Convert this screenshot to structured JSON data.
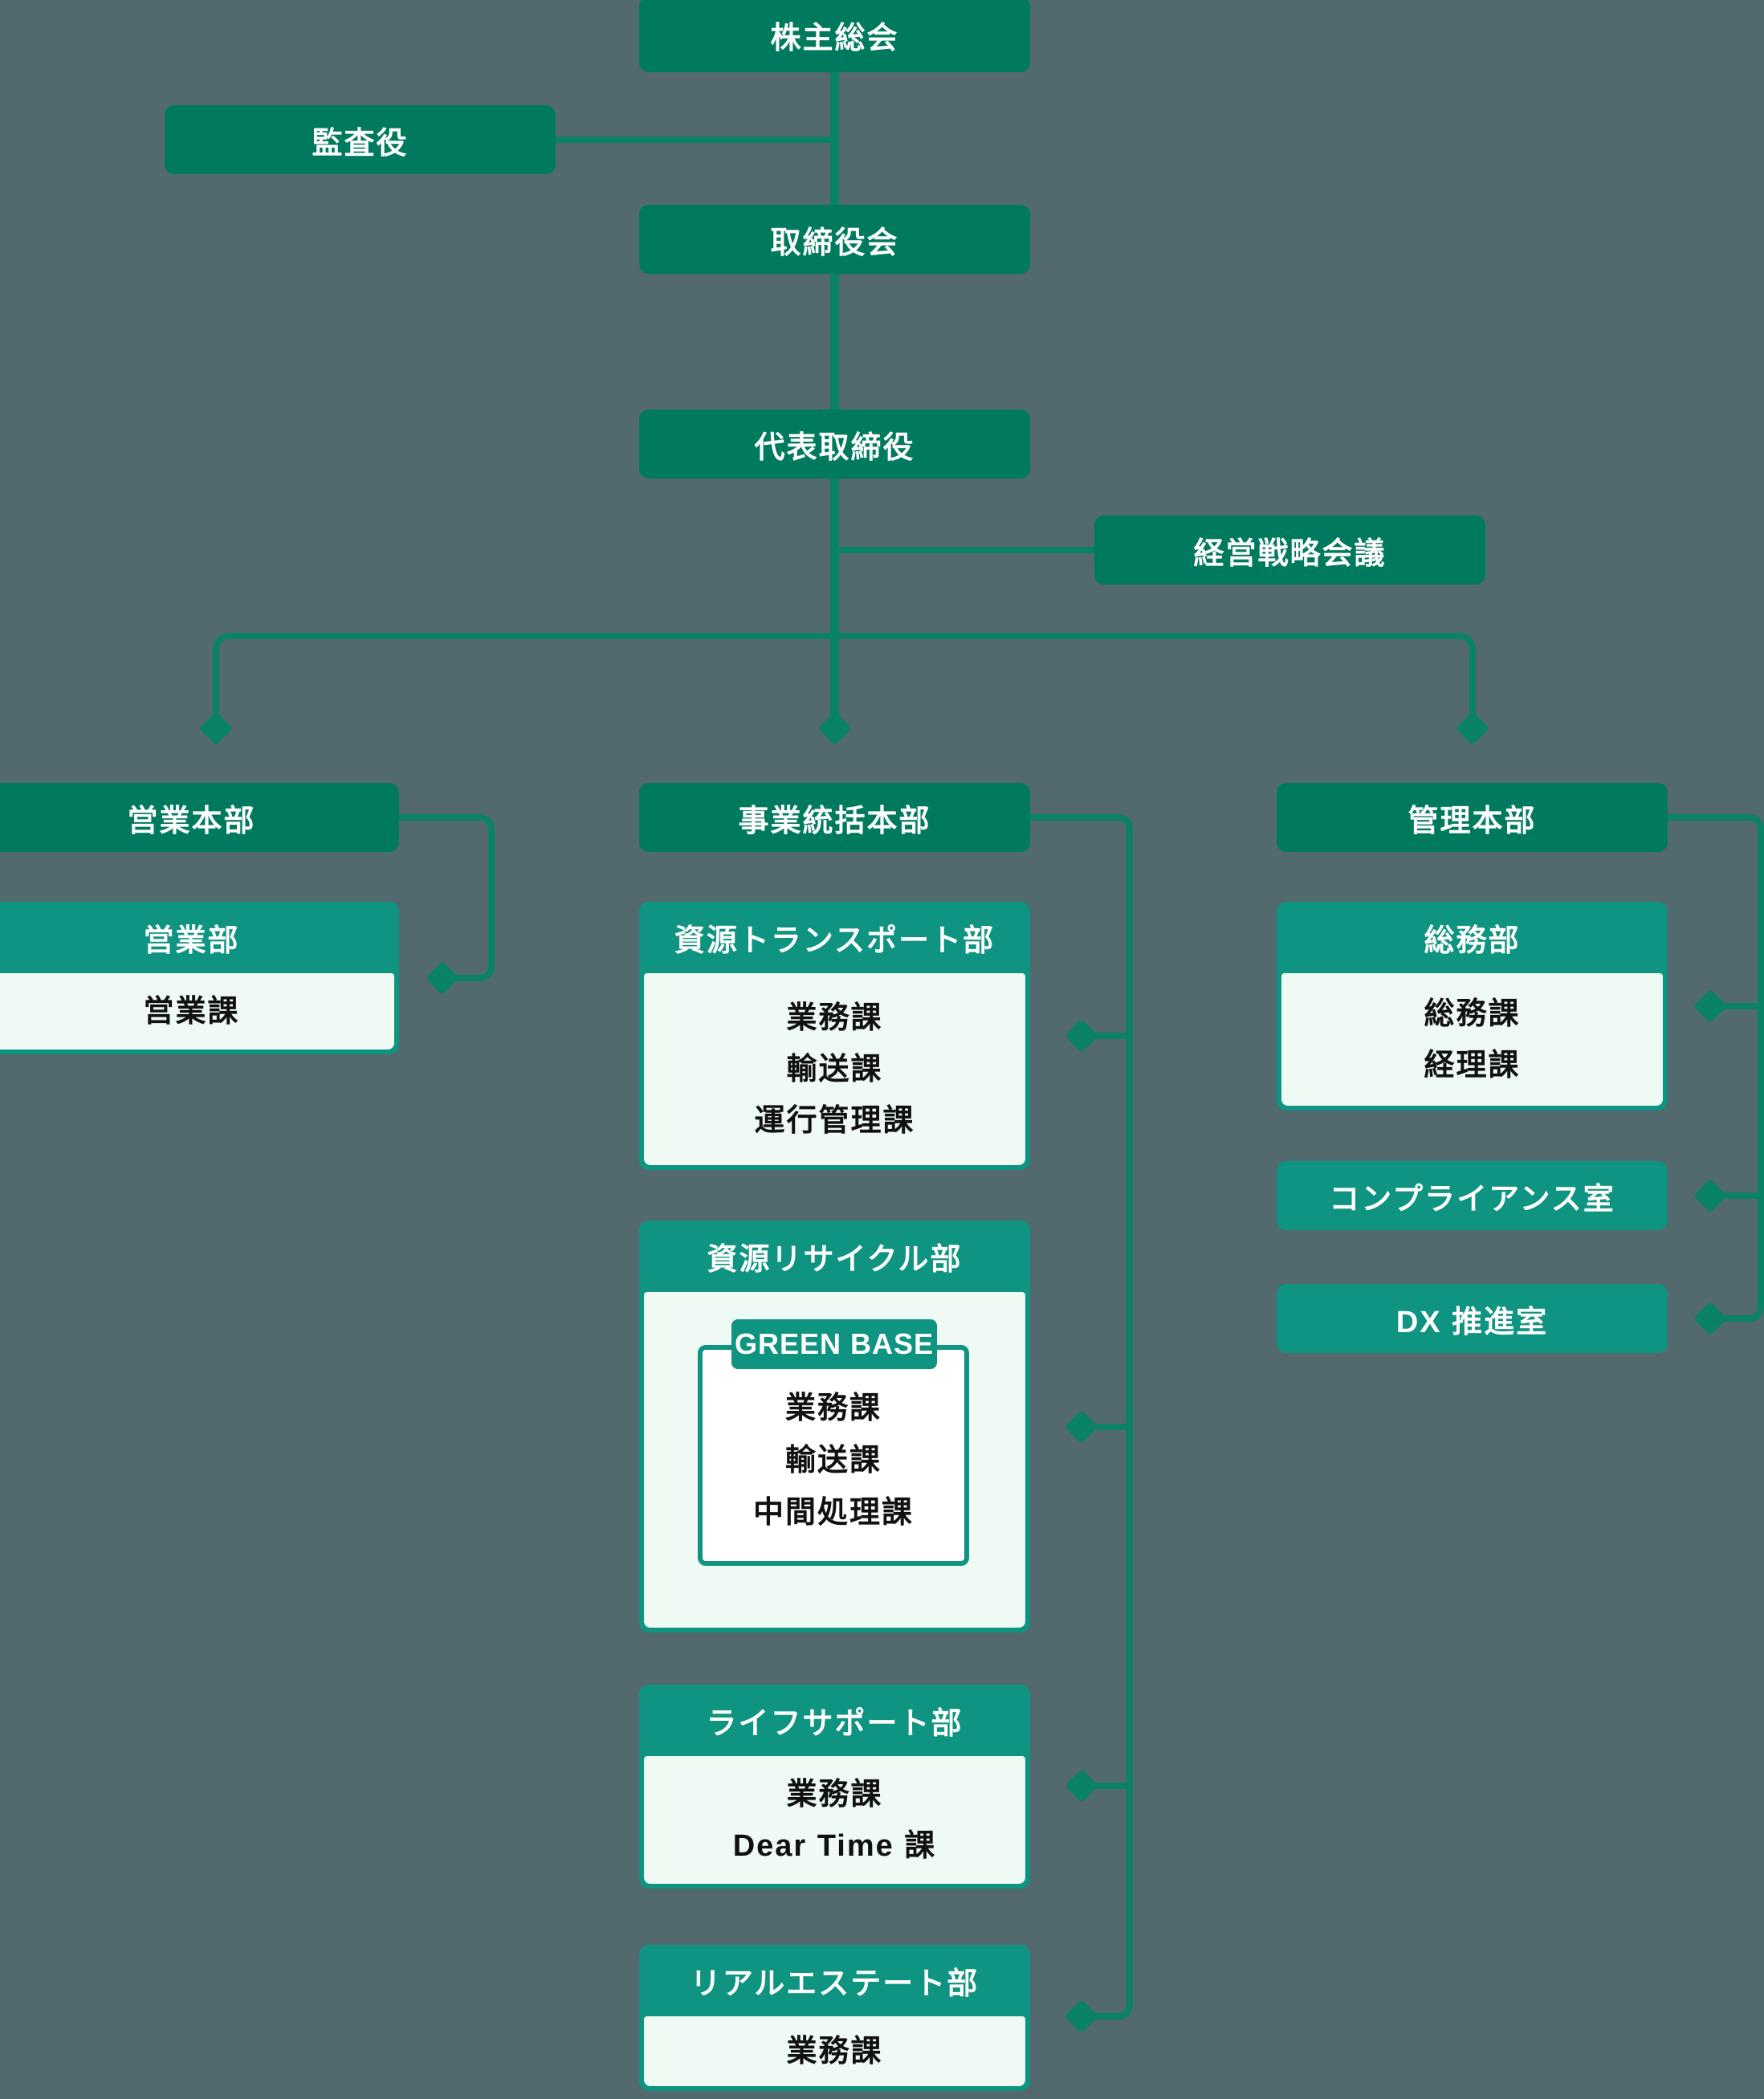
{
  "colors": {
    "dark_green": "#007A5E",
    "light_green": "#0E9480",
    "line_green": "#0A8266",
    "panel": "#F0FAF5",
    "background": "#52696E",
    "text_dark": "#111111",
    "inner_white": "#FFFFFF"
  },
  "nodes": {
    "shareholders": "株主総会",
    "auditor": "監査役",
    "board": "取締役会",
    "ceo": "代表取締役",
    "strategy": "経営戦略会議",
    "sales_hq": "営業本部",
    "business_hq": "事業統括本部",
    "admin_hq": "管理本部"
  },
  "cards": {
    "sales": {
      "title": "営業部",
      "items": [
        "営業課"
      ]
    },
    "transport": {
      "title": "資源トランスポート部",
      "items": [
        "業務課",
        "輸送課",
        "運行管理課"
      ]
    },
    "recycling": {
      "title": "資源リサイクル部",
      "facility": "GREEN BASE",
      "items": [
        "業務課",
        "輸送課",
        "中間処理課"
      ]
    },
    "life_support": {
      "title": "ライフサポート部",
      "items": [
        "業務課",
        "Dear Time 課"
      ]
    },
    "real_estate": {
      "title": "リアルエステート部",
      "items": [
        "業務課"
      ]
    },
    "general_affairs": {
      "title": "総務部",
      "items": [
        "総務課",
        "経理課"
      ]
    },
    "compliance": {
      "title": "コンプライアンス室"
    },
    "dx": {
      "title": "DX 推進室"
    }
  }
}
